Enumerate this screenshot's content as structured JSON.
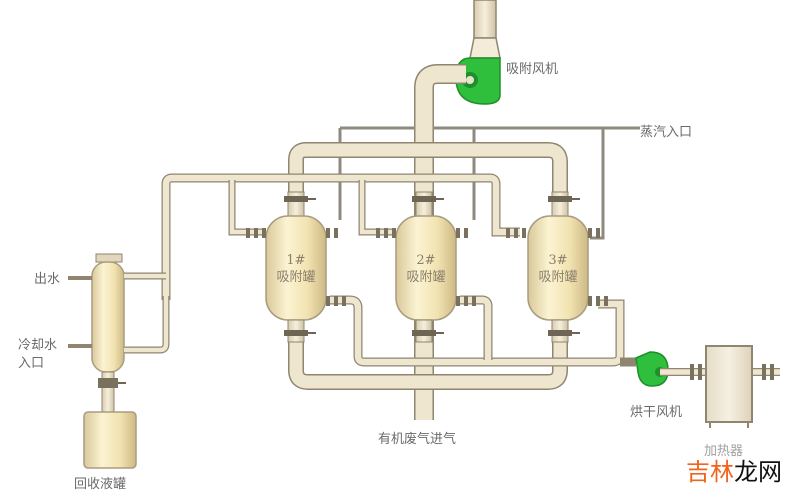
{
  "labels": {
    "adsorption_fan": "吸附风机",
    "steam_inlet": "蒸汽入口",
    "water_outlet": "出水",
    "cooling_water_inlet_line1": "冷却水",
    "cooling_water_inlet_line2": "入口",
    "recovery_tank": "回收液罐",
    "organic_waste_gas_inlet": "有机废气进气",
    "drying_fan": "烘干风机",
    "heater": "加热器"
  },
  "tanks": [
    {
      "number": "1#",
      "name": "吸附罐"
    },
    {
      "number": "2#",
      "name": "吸附罐"
    },
    {
      "number": "3#",
      "name": "吸附罐"
    }
  ],
  "watermark": {
    "part1": "吉林",
    "part2": "龙网"
  },
  "colors": {
    "pipe_fill": "#ede3cc",
    "pipe_stroke": "#8f8571",
    "tank_fill": "#f3e6b8",
    "fan_green": "#2fbf3c",
    "steam_line": "#8f8a80",
    "label_text": "#6a6a6a"
  }
}
